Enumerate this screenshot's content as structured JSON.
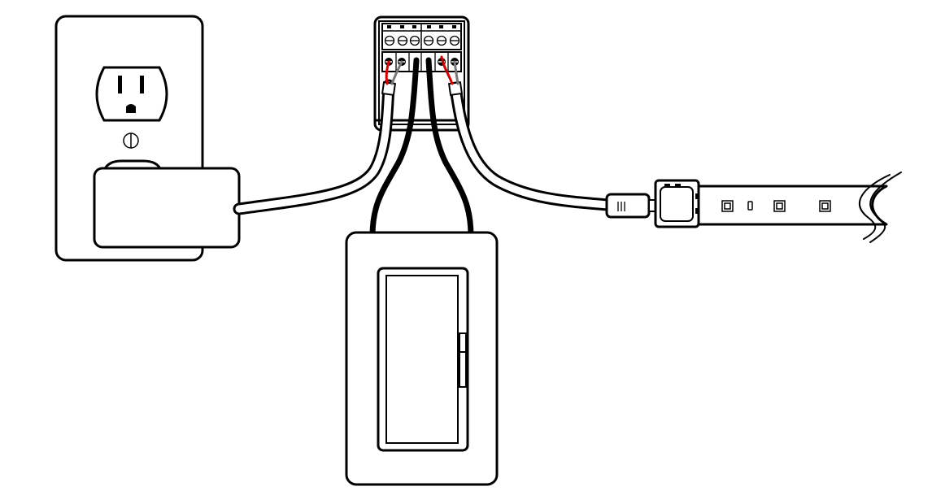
{
  "colors": {
    "outline": "#000000",
    "background": "#ffffff",
    "hot_wire": "#d40000",
    "neutral_wire": "#777777"
  },
  "components": {
    "outlet": "wall-outlet",
    "adapter": "power-adapter",
    "controller": "terminal-controller",
    "switch": "wall-dimmer-switch",
    "connector": "strip-connector",
    "strip": "led-strip"
  },
  "icons": {
    "outlet_ground": "ground-screw-icon",
    "terminal_screw": "terminal-screw-icon",
    "led_chip": "led-chip-icon"
  }
}
